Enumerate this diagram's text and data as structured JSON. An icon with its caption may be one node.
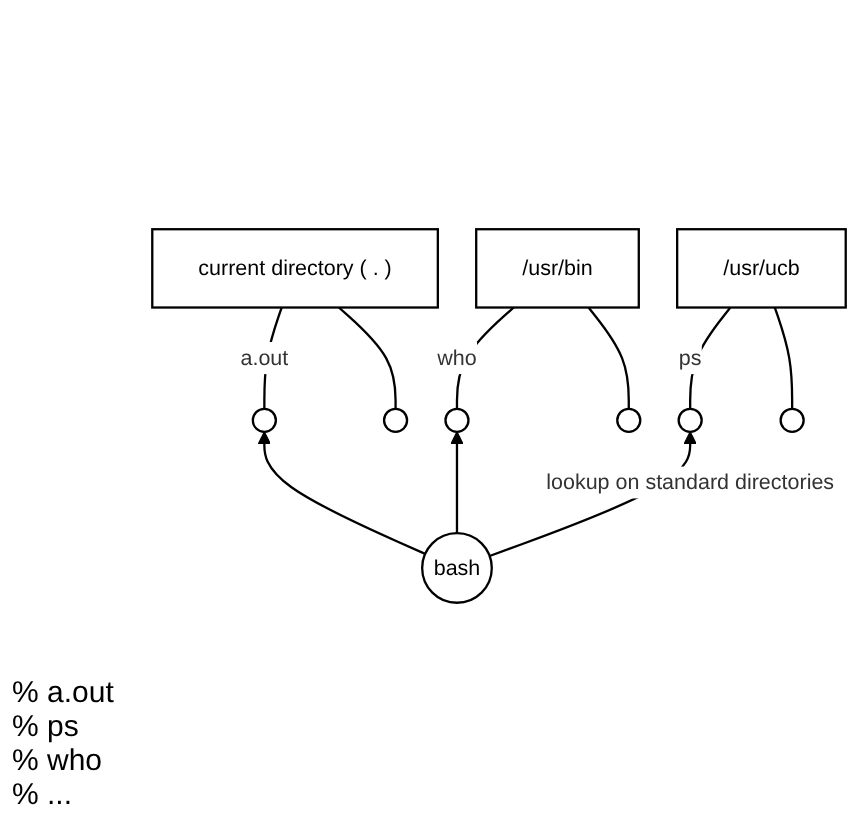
{
  "diagram": {
    "nodes": [
      {
        "text": [
          "current directory ( . )"
        ]
      },
      {
        "text": [],
        "shape": "circle"
      },
      {
        "text": [],
        "shape": "circle"
      },
      {
        "text": [
          "/usr/bin"
        ]
      },
      {
        "text": [],
        "shape": "circle"
      },
      {
        "text": [],
        "shape": "circle"
      },
      {
        "text": [
          "/usr/ucb"
        ]
      },
      {
        "text": [],
        "shape": "circle"
      },
      {
        "text": [],
        "shape": "circle"
      },
      {
        "text": [
          "bash"
        ]
      }
    ],
    "edges": [
      {
        "from": 0,
        "to": 1,
        "arrow": "none",
        "label": "a.out"
      },
      {
        "from": 0,
        "to": 2,
        "arrow": "none"
      },
      {
        "from": 3,
        "to": 4,
        "arrow": "none",
        "label": "who"
      },
      {
        "from": 3,
        "to": 5,
        "arrow": "none"
      },
      {
        "from": 6,
        "to": 7,
        "arrow": "none",
        "label": "ps"
      },
      {
        "from": 6,
        "to": 8,
        "arrow": "none"
      },
      {
        "from": 9,
        "to": 1,
        "arrow": "to"
      },
      {
        "from": 9,
        "to": 4,
        "arrow": "to"
      },
      {
        "from": 9,
        "to": 7,
        "arrow": "to",
        "label": "lookup on standard directories"
      }
    ],
    "labels": [
      "% a.out",
      "% ps",
      "% who",
      "% ..."
    ]
  }
}
